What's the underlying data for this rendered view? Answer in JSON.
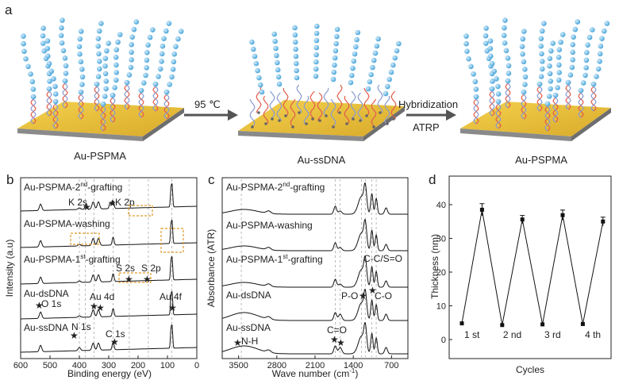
{
  "panel_a": {
    "label": "a",
    "step1": {
      "condition": "95 ℃"
    },
    "step2": {
      "top": "Hybridization",
      "bottom": "ATRP"
    },
    "captions": [
      "Au-PSPMA",
      "Au-ssDNA",
      "Au-PSPMA"
    ]
  },
  "panel_b": {
    "label": "b",
    "xlabel": "Binding energy (eV)",
    "ylabel": "Intensity (a.u)",
    "xticks": [
      "600",
      "500",
      "400",
      "300",
      "200",
      "100",
      "0"
    ],
    "spectra": [
      {
        "pre": "Au-PSPMA-2",
        "sup": "nd",
        "post": "-grafting"
      },
      {
        "pre": "Au-PSPMA-washing",
        "sup": "",
        "post": ""
      },
      {
        "pre": "Au-PSPMA-1",
        "sup": "st",
        "post": "-grafting"
      },
      {
        "pre": "Au-dsDNA",
        "sup": "",
        "post": ""
      },
      {
        "pre": "Au-ssDNA",
        "sup": "",
        "post": ""
      }
    ],
    "annotations": {
      "k2s": "K 2s",
      "k2p": "K 2p",
      "s2s": "S 2s",
      "s2p": "S 2p",
      "o1s": "O 1s",
      "au4d": "Au 4d",
      "au4f": "Au 4f",
      "n1s": "N 1s",
      "c1s": "C 1s",
      "star": "★"
    }
  },
  "panel_c": {
    "label": "c",
    "xlabel_pre": "Wave number (cm",
    "xlabel_sup": "-1",
    "xlabel_post": ")",
    "ylabel": "Absorbance (ATR)",
    "xticks": [
      "3500",
      "2800",
      "2100",
      "1400",
      "700"
    ],
    "spectra": [
      {
        "pre": "Au-PSPMA-2",
        "sup": "nd",
        "post": "-grafting"
      },
      {
        "pre": "Au-PSPMA-washing",
        "sup": "",
        "post": ""
      },
      {
        "pre": "Au-PSPMA-1",
        "sup": "st",
        "post": "-grafting"
      },
      {
        "pre": "Au-dsDNA",
        "sup": "",
        "post": ""
      },
      {
        "pre": "Au-ssDNA",
        "sup": "",
        "post": ""
      }
    ],
    "annotations": {
      "ccso": "C-C/S=O",
      "po": "P-O",
      "co": "C-O",
      "ceqo": "C=O",
      "nh": "N-H",
      "star": "★"
    }
  },
  "chart_data": {
    "type": "line",
    "xlabel": "Cycles",
    "ylabel": "Thickness (nm)",
    "ylim": [
      0,
      40
    ],
    "yticks": [
      "0",
      "10",
      "20",
      "30",
      "40"
    ],
    "x": [
      1,
      2,
      3,
      4,
      5,
      6,
      7,
      8
    ],
    "values": [
      4.8,
      38.5,
      4.3,
      35.6,
      4.5,
      36.9,
      4.6,
      35.0
    ],
    "errors": [
      0,
      1.8,
      0,
      1.2,
      0,
      1.5,
      0,
      1.3
    ],
    "cycle_labels": [
      "1 st",
      "2 nd",
      "3 rd",
      "4 th"
    ],
    "label": "d"
  }
}
